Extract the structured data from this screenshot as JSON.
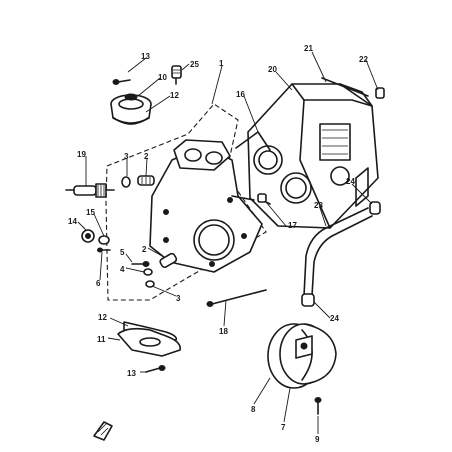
{
  "colors": {
    "ink": "#1a1a1a",
    "paper": "#ffffff"
  },
  "callouts": [
    {
      "id": "c13a",
      "text": "13"
    },
    {
      "id": "c25",
      "text": "25"
    },
    {
      "id": "c10",
      "text": "10"
    },
    {
      "id": "c12a",
      "text": "12"
    },
    {
      "id": "c1",
      "text": "1"
    },
    {
      "id": "c21",
      "text": "21"
    },
    {
      "id": "c22",
      "text": "22"
    },
    {
      "id": "c20",
      "text": "20"
    },
    {
      "id": "c16",
      "text": "16"
    },
    {
      "id": "c19",
      "text": "19"
    },
    {
      "id": "c3a",
      "text": "3"
    },
    {
      "id": "c2a",
      "text": "2"
    },
    {
      "id": "c14",
      "text": "14"
    },
    {
      "id": "c15",
      "text": "15"
    },
    {
      "id": "c24a",
      "text": "24"
    },
    {
      "id": "c23",
      "text": "23"
    },
    {
      "id": "c17",
      "text": "17"
    },
    {
      "id": "c5",
      "text": "5"
    },
    {
      "id": "c4",
      "text": "4"
    },
    {
      "id": "c2b",
      "text": "2"
    },
    {
      "id": "c6",
      "text": "6"
    },
    {
      "id": "c3b",
      "text": "3"
    },
    {
      "id": "c12b",
      "text": "12"
    },
    {
      "id": "c24b",
      "text": "24"
    },
    {
      "id": "c18",
      "text": "18"
    },
    {
      "id": "c11",
      "text": "11"
    },
    {
      "id": "c13b",
      "text": "13"
    },
    {
      "id": "c8",
      "text": "8"
    },
    {
      "id": "c7",
      "text": "7"
    },
    {
      "id": "c9",
      "text": "9"
    }
  ]
}
